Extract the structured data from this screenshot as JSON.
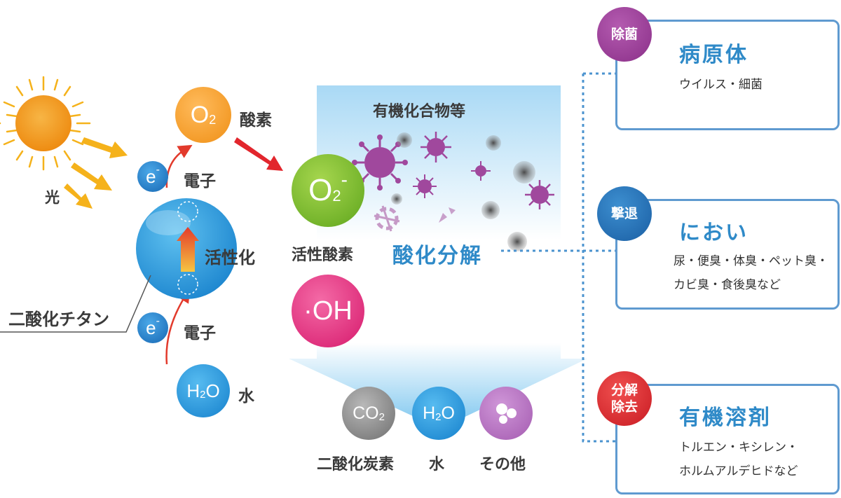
{
  "colors": {
    "sun": "#f29b1e",
    "arrow_yellow": "#f5b21b",
    "oxygen": "#f39a24",
    "superoxide": "#7cbd2b",
    "hydroxyl": "#e12d7d",
    "titania": "#2d9fdd",
    "electron": "#1d79c4",
    "water": "#1a8fd8",
    "co2": "#8a8a8a",
    "other": "#b56fc0",
    "virus": "#a0489d",
    "sterilize_badge": "#9a3b97",
    "deodorize_badge": "#1f72b9",
    "decompose_badge": "#e2262d",
    "box_border": "#5f9ad0",
    "title_blue": "#2f8ac8",
    "flow": "#bfe3f7"
  },
  "left": {
    "light": "光",
    "oxygen_symbol": "O",
    "oxygen_sub": "2",
    "oxygen_label": "酸素",
    "electron_symbol": "e",
    "electron_sup": "-",
    "electron_label_top": "電子",
    "activation_label": "活性化",
    "titanium_dioxide": "二酸化チタン",
    "electron_label_bottom": "電子",
    "water_symbol_h": "H",
    "water_sub": "2",
    "water_symbol_o": "O",
    "water_label": "水"
  },
  "center": {
    "organic": "有機化合物等",
    "superoxide_symbol": "O",
    "superoxide_sub": "2",
    "superoxide_sup": "-",
    "active_oxygen": "活性酸素",
    "oxidative_decomposition": "酸化分解",
    "hydroxyl_symbol": "·OH",
    "products": [
      {
        "symbol": "CO",
        "sub": "2",
        "label": "二酸化炭素"
      },
      {
        "symbol": "H",
        "sub": "2",
        "symbol2": "O",
        "label": "水"
      },
      {
        "label": "その他"
      }
    ]
  },
  "right": {
    "boxes": [
      {
        "badge": "除菌",
        "title": "病原体",
        "lines": [
          "ウイルス・細菌"
        ]
      },
      {
        "badge": "撃退",
        "title": "におい",
        "lines": [
          "尿・便臭・体臭・ペット臭・",
          "カビ臭・食後臭など"
        ]
      },
      {
        "badge": "分解\n除去",
        "title": "有機溶剤",
        "lines": [
          "トルエン・キシレン・",
          "ホルムアルデヒドなど"
        ]
      }
    ]
  }
}
